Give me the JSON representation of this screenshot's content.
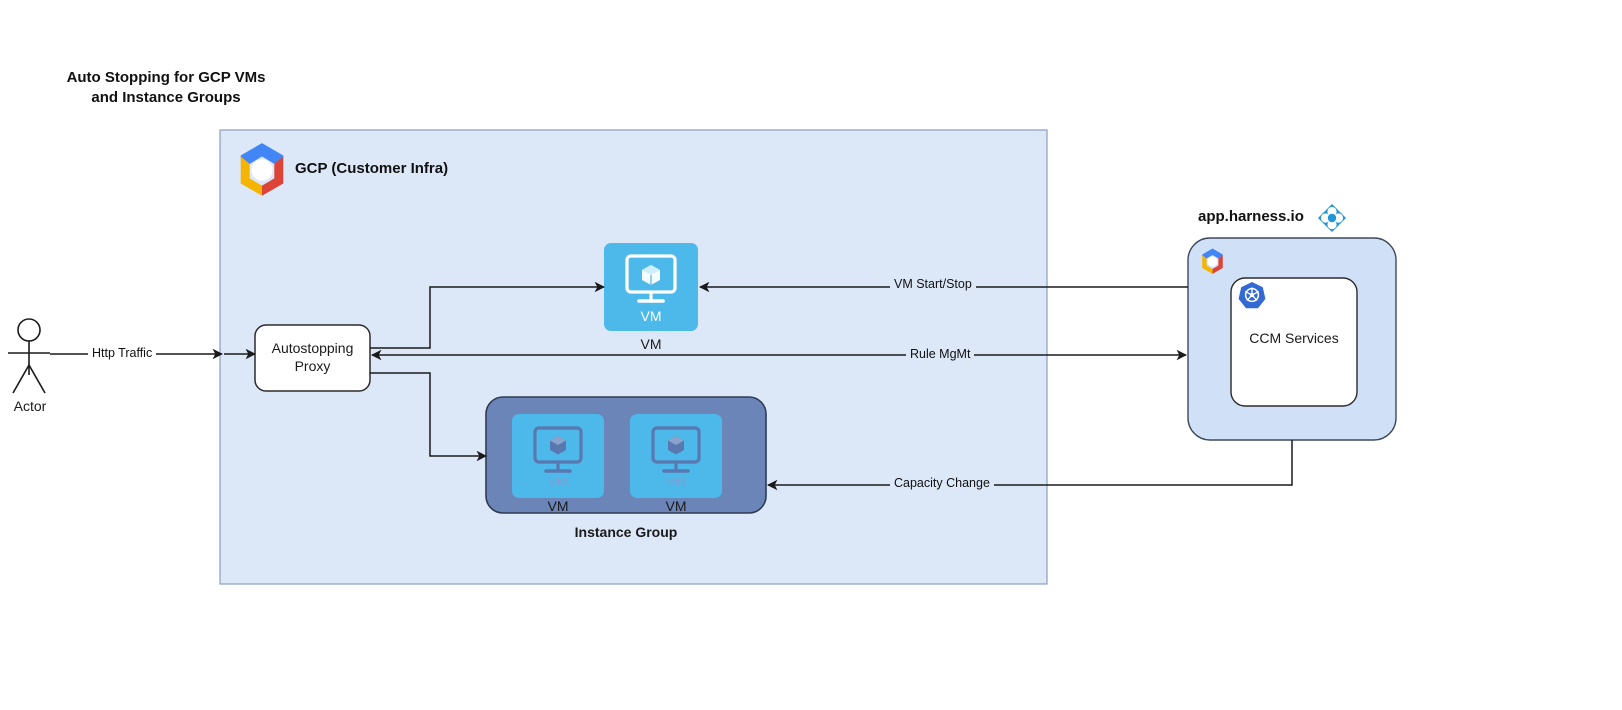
{
  "title": "Auto Stopping for GCP VMs\nand Instance Groups",
  "colors": {
    "gcp_container_fill": "#dce7f8",
    "gcp_container_stroke": "#8aa0bd",
    "harness_fill": "#cfe0f7",
    "harness_stroke": "#3d4a5c",
    "vm_blue": "#4db8ea",
    "instance_group_fill": "#6b85b8",
    "instance_group_stroke": "#2f3b52",
    "inner_vm_fill": "#4db8ea",
    "inner_vm_icon": "#5a78b0",
    "line": "#1a1a1a",
    "white_node_fill": "#ffffff",
    "white_node_stroke": "#2b2b2b",
    "harness_logo": "#2196d6",
    "k8s_logo": "#3269d3"
  },
  "cloud": {
    "gcp": {
      "label": "GCP (Customer Infra)",
      "icon": "gcp-logo-icon"
    },
    "harness": {
      "label": "app.harness.io",
      "icon": "harness-logo-icon",
      "inner_icon": "gcp-logo-icon"
    }
  },
  "nodes": {
    "actor": {
      "label": "Actor",
      "icon": "actor-stick-figure-icon"
    },
    "proxy": {
      "label": "Autostopping\nProxy"
    },
    "vm": {
      "inner_label": "VM",
      "label": "VM",
      "icon": "vm-monitor-cube-icon"
    },
    "instance_group": {
      "label": "Instance Group",
      "members": [
        {
          "inner_label": "VM",
          "label": "VM",
          "icon": "vm-monitor-cube-icon"
        },
        {
          "inner_label": "VM",
          "label": "VM",
          "icon": "vm-monitor-cube-icon"
        }
      ]
    },
    "ccm": {
      "label": "CCM Services",
      "icon": "kubernetes-logo-icon"
    }
  },
  "edges": [
    {
      "id": "http-traffic",
      "label": "Http Traffic",
      "from": "actor",
      "to": "proxy"
    },
    {
      "id": "vm-start-stop",
      "label": "VM Start/Stop",
      "from": "harness",
      "to": "vm"
    },
    {
      "id": "rule-mgmt",
      "label": "Rule MgMt",
      "from": "proxy",
      "to": "harness"
    },
    {
      "id": "capacity-change",
      "label": "Capacity Change",
      "from": "harness",
      "to": "instance-group"
    },
    {
      "id": "proxy-to-vm",
      "label": "",
      "from": "proxy",
      "to": "vm"
    },
    {
      "id": "proxy-to-instance-group",
      "label": "",
      "from": "proxy",
      "to": "instance-group"
    }
  ]
}
